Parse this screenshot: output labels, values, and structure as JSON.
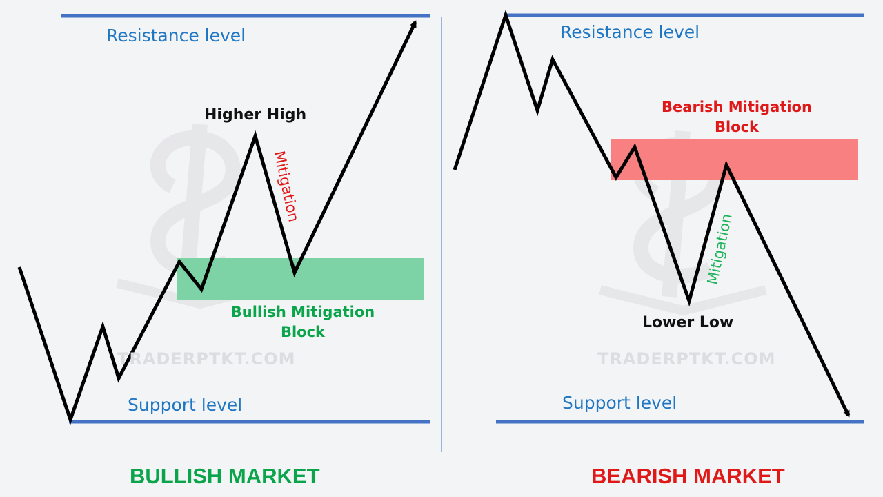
{
  "watermark": "TRADERPTKT.COM",
  "colors": {
    "background": "#f3f4f6",
    "level_line": "#4472c4",
    "level_text": "#1f77c4",
    "bullish_block": "#7dd3a6",
    "bullish_text": "#0aa54a",
    "bearish_block": "#f88080",
    "bearish_text": "#e01818",
    "price_line": "#000000"
  },
  "bullish": {
    "resistance_label": "Resistance level",
    "support_label": "Support level",
    "high_label": "Higher High",
    "mitigation_label": "Mitigation",
    "block_label_line1": "Bullish Mitigation",
    "block_label_line2": "Block",
    "title": "BULLISH MARKET"
  },
  "bearish": {
    "resistance_label": "Resistance level",
    "support_label": "Support level",
    "low_label": "Lower Low",
    "mitigation_label": "Mitigation",
    "block_label_line1": "Bearish Mitigation",
    "block_label_line2": "Block",
    "title": "BEARISH MARKET"
  }
}
